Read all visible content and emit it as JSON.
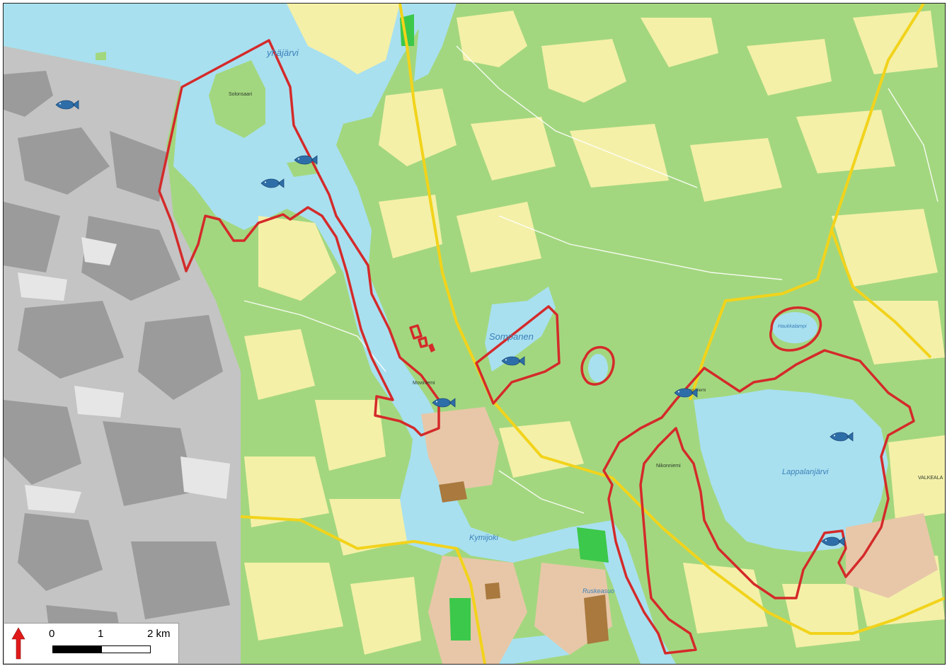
{
  "map": {
    "place_labels": {
      "pyhajarvi": "yhäjärvi",
      "sompanen": "Sompanen",
      "kymijoki": "Kymijoki",
      "lappalanjarvi": "Lappalanjärvi",
      "ruskeasuo": "Ruskeasuo",
      "haukkalampi": "Haukkalampi",
      "kuusiniemi": "Kuusiniemi",
      "moviniemi": "Moviniemi",
      "nikonniemi": "Nikonniemi",
      "valkeala": "VALKEALA",
      "solonsaari": "Solonsaari"
    },
    "icons": {
      "fish": "fish-icon",
      "north": "north-arrow-icon"
    },
    "colors": {
      "water": "#a8e0f0",
      "forest": "#a3d77f",
      "field": "#f4f0a8",
      "greyland": "#c4c4c4",
      "greyforest": "#9b9b9b",
      "boundary": "#d42a2a",
      "road_main": "#f2d31b",
      "fish": "#2e6ea8",
      "urban": "#e8c7a8"
    }
  },
  "scalebar": {
    "tick_0": "0",
    "tick_1": "1",
    "tick_2": "2 km"
  }
}
